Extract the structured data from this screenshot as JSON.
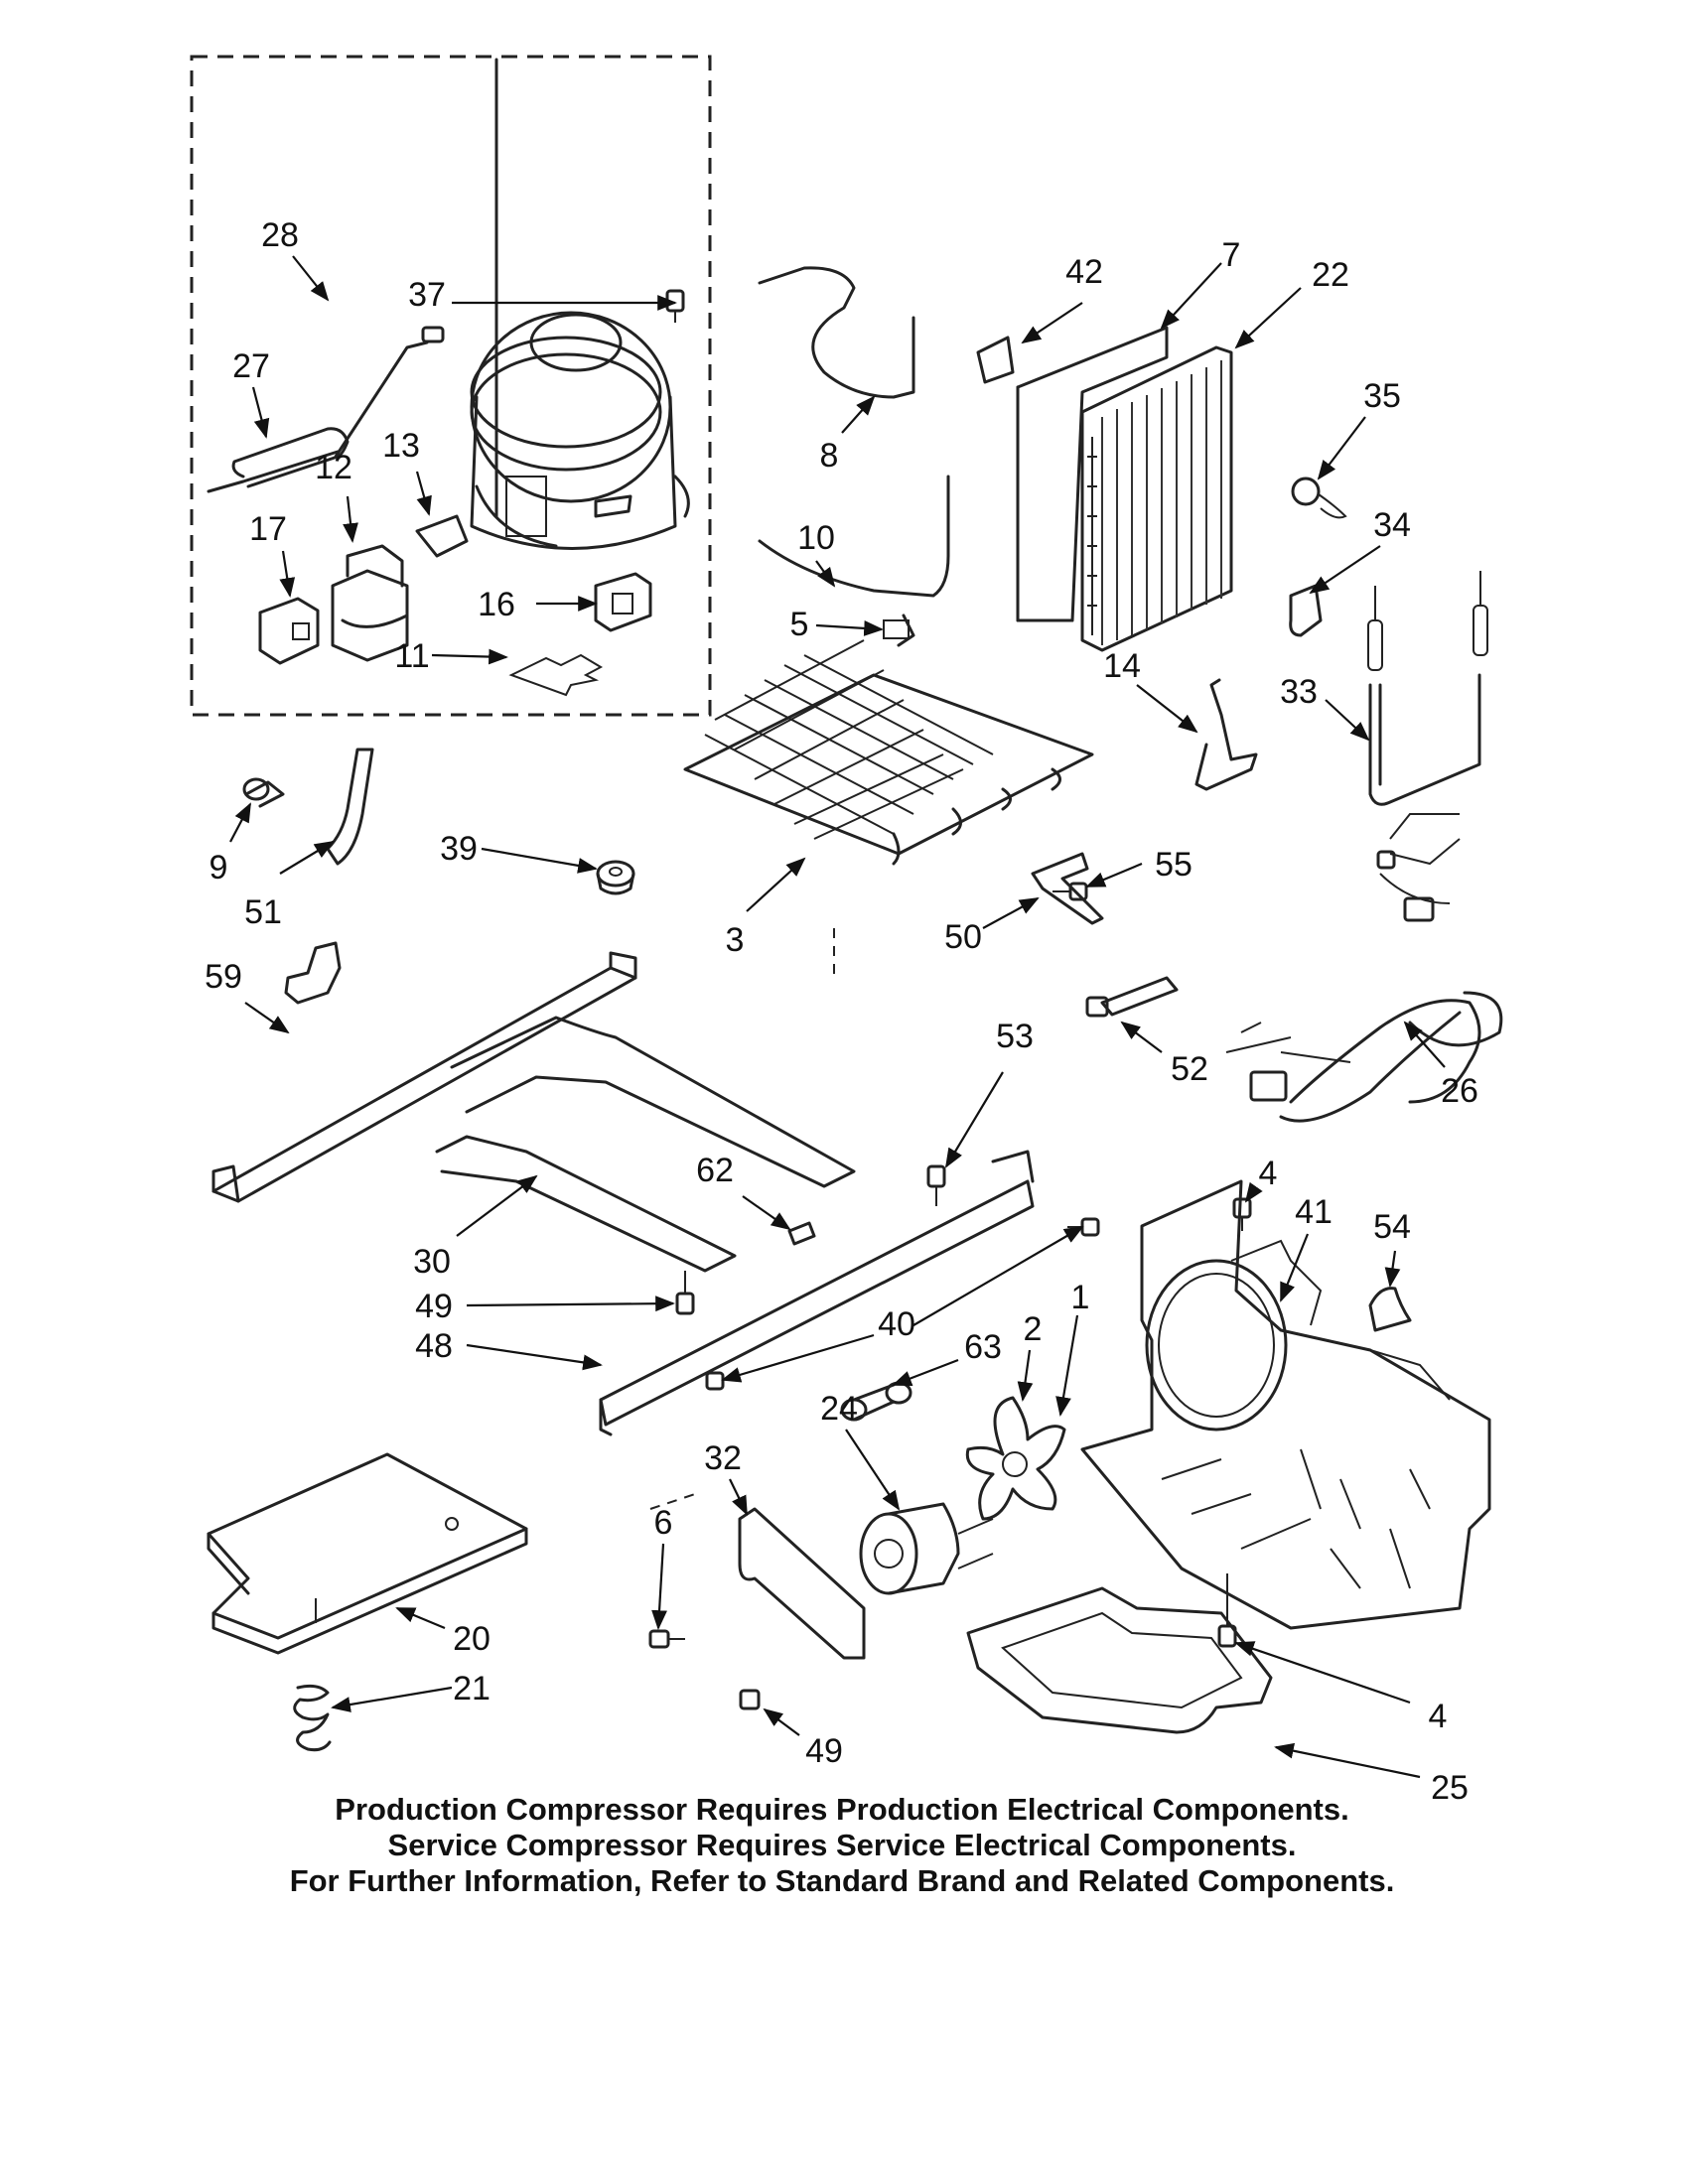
{
  "part_numbers": [
    "28",
    "37",
    "27",
    "12",
    "13",
    "17",
    "16",
    "11",
    "8",
    "10",
    "5",
    "42",
    "7",
    "22",
    "35",
    "34",
    "14",
    "33",
    "9",
    "51",
    "39",
    "3",
    "55",
    "50",
    "59",
    "53",
    "52",
    "26",
    "62",
    "30",
    "49",
    "48",
    "4",
    "41",
    "54",
    "40",
    "63",
    "1",
    "2",
    "24",
    "32",
    "6",
    "20",
    "21",
    "49",
    "4",
    "25"
  ],
  "notes": [
    "Production Compressor Requires Production Electrical Components.",
    "Service Compressor Requires Service Electrical Components.",
    "For Further Information, Refer to Standard Brand and Related Components."
  ]
}
